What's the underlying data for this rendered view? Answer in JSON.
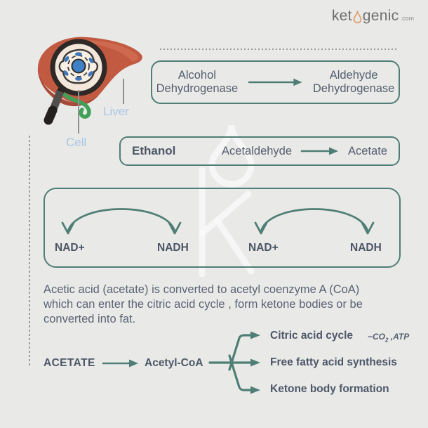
{
  "logo": {
    "part1": "ket",
    "part2": "genic",
    "suffix": ".com"
  },
  "illustration": {
    "liver_label": "Liver",
    "cell_label": "Cell"
  },
  "enzyme_box": {
    "left": "Alcohol Dehydrogenase",
    "right": "Aldehyde Dehydrogenase"
  },
  "substrate_box": {
    "left": "Ethanol",
    "middle": "Acetaldehyde",
    "right": "Acetate"
  },
  "nad_box": {
    "labels": [
      "NAD+",
      "NADH",
      "NAD+",
      "NADH"
    ]
  },
  "paragraph_lines": [
    "Acetic acid (acetate) is converted to acetyl coenzyme A (CoA)",
    "which can enter the citric acid cycle , form ketone bodies or be",
    "converted into fat."
  ],
  "pathway": {
    "start": "ACETATE",
    "intermediate": "Acetyl-CoA",
    "branch1": "Citric acid cycle",
    "branch1_note_pre": "−CO",
    "branch1_note_sub": "2",
    "branch1_note_post": " ,ATP",
    "branch2": "Free fatty acid synthesis",
    "branch3": "Ketone body formation"
  },
  "colors": {
    "background": "#e9e9e8",
    "teal": "#4f7e75",
    "text": "#535e6d",
    "label_blue": "#a9c6e4",
    "liver_red": "#c15a41",
    "liver_dark": "#a2402e",
    "duct_green": "#3ea156",
    "nucleus_blue": "#3f80c6",
    "logo_gray": "#6f6f6f",
    "logo_droplet": "#dfa170"
  }
}
